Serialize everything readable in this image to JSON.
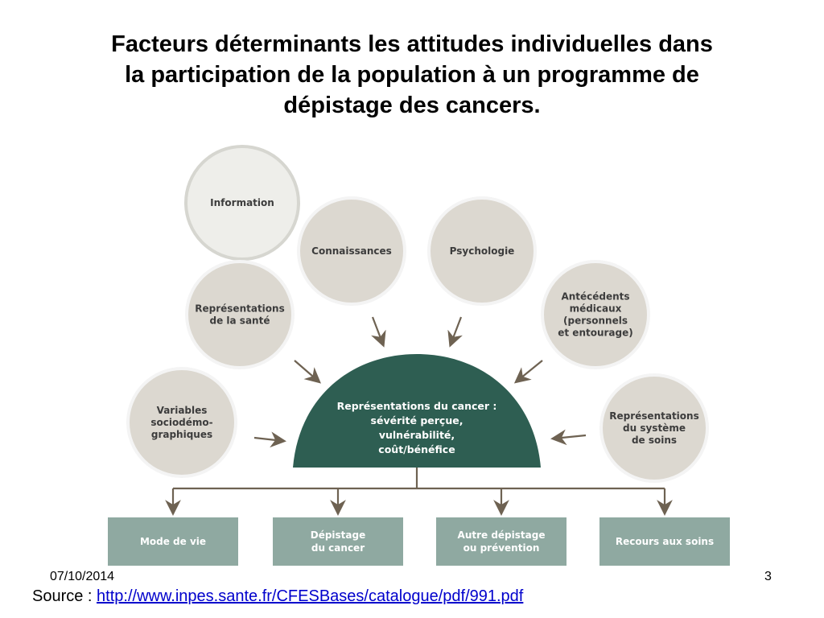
{
  "title": {
    "line1": "Facteurs déterminants les attitudes individuelles dans",
    "line2": "la participation de la population à un programme de",
    "line3": "dépistage des cancers."
  },
  "colors": {
    "circle_fill": "#dcd8d0",
    "circle_highlight_fill": "#eeeeea",
    "circle_stroke": "#f4f4f4",
    "dome_fill": "#2e5e52",
    "box_fill": "#8fa9a1",
    "line": "#6e6252"
  },
  "factors": [
    {
      "id": "information",
      "lines": [
        "Information"
      ]
    },
    {
      "id": "connaissances",
      "lines": [
        "Connaissances"
      ]
    },
    {
      "id": "psychologie",
      "lines": [
        "Psychologie"
      ]
    },
    {
      "id": "representations-sante",
      "lines": [
        "Représentations",
        "de la santé"
      ]
    },
    {
      "id": "antecedents",
      "lines": [
        "Antécédents",
        "médicaux",
        "(personnels",
        "et entourage)"
      ]
    },
    {
      "id": "variables",
      "lines": [
        "Variables",
        "sociodémo-",
        "graphiques"
      ]
    },
    {
      "id": "systeme-soins",
      "lines": [
        "Représentations",
        "du système",
        "de soins"
      ]
    }
  ],
  "center": {
    "lines": [
      "Représentations du cancer :",
      "sévérité perçue,",
      "vulnérabilité,",
      "coût/bénéfice"
    ]
  },
  "outcomes": [
    {
      "id": "mode-de-vie",
      "lines": [
        "Mode de vie"
      ]
    },
    {
      "id": "depistage-cancer",
      "lines": [
        "Dépistage",
        "du cancer"
      ]
    },
    {
      "id": "autre-depistage",
      "lines": [
        "Autre dépistage",
        "ou prévention"
      ]
    },
    {
      "id": "recours-soins",
      "lines": [
        "Recours aux soins"
      ]
    }
  ],
  "footer": {
    "date": "07/10/2014",
    "page": "3",
    "source_label": "Source : ",
    "source_link": "http://www.inpes.sante.fr/CFESBases/catalogue/pdf/991.pdf"
  }
}
